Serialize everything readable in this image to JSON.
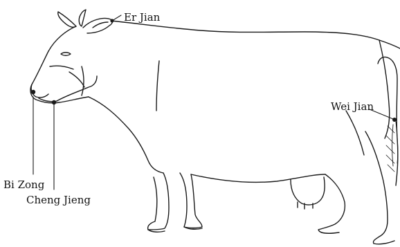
{
  "diagram": {
    "ink_color": "#1a1a1a",
    "points": [
      {
        "id": "er_jian",
        "label": "Er Jian"
      },
      {
        "id": "wei_jian",
        "label": "Wei Jian"
      },
      {
        "id": "bi_zong",
        "label": "Bi Zong"
      },
      {
        "id": "cheng_jieng",
        "label": "Cheng Jieng"
      }
    ]
  }
}
